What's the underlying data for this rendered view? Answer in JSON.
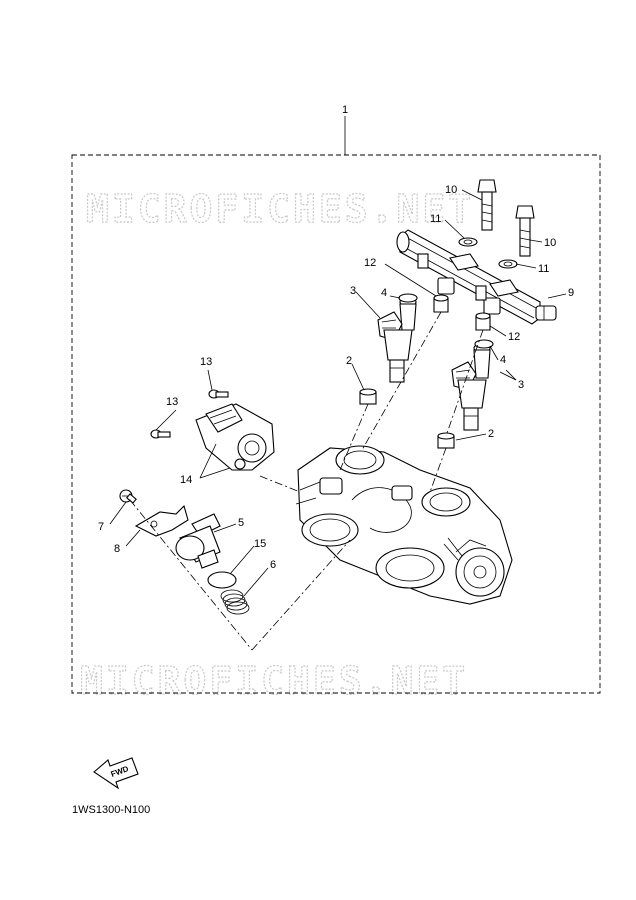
{
  "watermark": {
    "top": "MICROFICHES.NET",
    "bottom": "MICROFICHES.NET"
  },
  "callouts": {
    "c1": "1",
    "c2a": "2",
    "c2b": "2",
    "c3a": "3",
    "c3b": "3",
    "c4a": "4",
    "c4b": "4",
    "c5": "5",
    "c6": "6",
    "c7": "7",
    "c8": "8",
    "c9": "9",
    "c10a": "10",
    "c10b": "10",
    "c11a": "11",
    "c11b": "11",
    "c12a": "12",
    "c12b": "12",
    "c13a": "13",
    "c13b": "13",
    "c14": "14",
    "c15": "15"
  },
  "fwd_label": "FWD",
  "part_code": "1WS1300-N100"
}
